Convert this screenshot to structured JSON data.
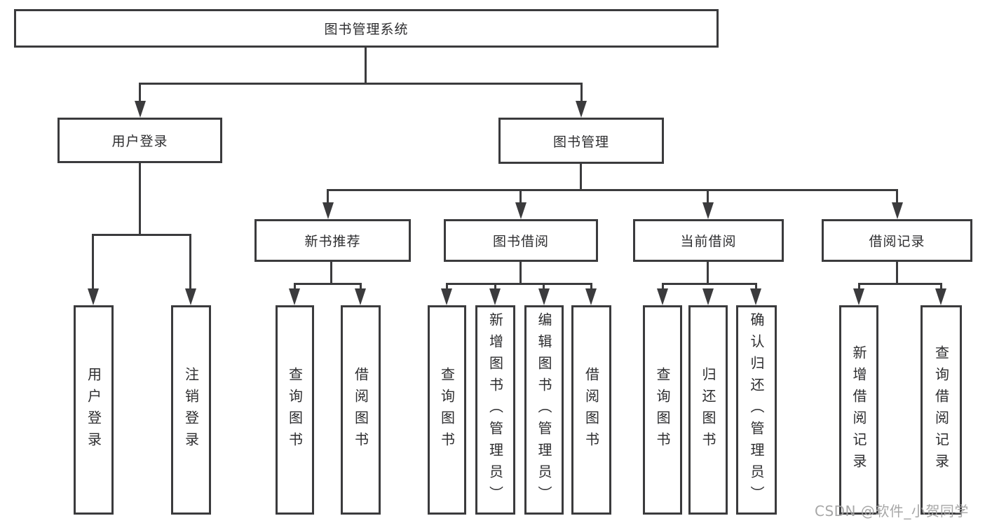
{
  "colors": {
    "line": "#3b3b3d",
    "text": "#2d2d2f",
    "watermark": "#a3a3a3"
  },
  "tree": {
    "root": {
      "label": "图书管理系统"
    },
    "branches": [
      {
        "label": "用户登录",
        "children": [
          {
            "label": "用户登录"
          },
          {
            "label": "注销登录"
          }
        ]
      },
      {
        "label": "图书管理",
        "children": [
          {
            "label": "新书推荐",
            "children": [
              {
                "label": "查询图书"
              },
              {
                "label": "借阅图书"
              }
            ]
          },
          {
            "label": "图书借阅",
            "children": [
              {
                "label": "查询图书"
              },
              {
                "label": "新增图书（管理员）"
              },
              {
                "label": "编辑图书（管理员）"
              },
              {
                "label": "借阅图书"
              }
            ]
          },
          {
            "label": "当前借阅",
            "children": [
              {
                "label": "查询图书"
              },
              {
                "label": "归还图书"
              },
              {
                "label": "确认归还（管理员）"
              }
            ]
          },
          {
            "label": "借阅记录",
            "children": [
              {
                "label": "新增借阅记录"
              },
              {
                "label": "查询借阅记录"
              }
            ]
          }
        ]
      }
    ]
  },
  "watermark": "CSDN @软件_小贺同学"
}
